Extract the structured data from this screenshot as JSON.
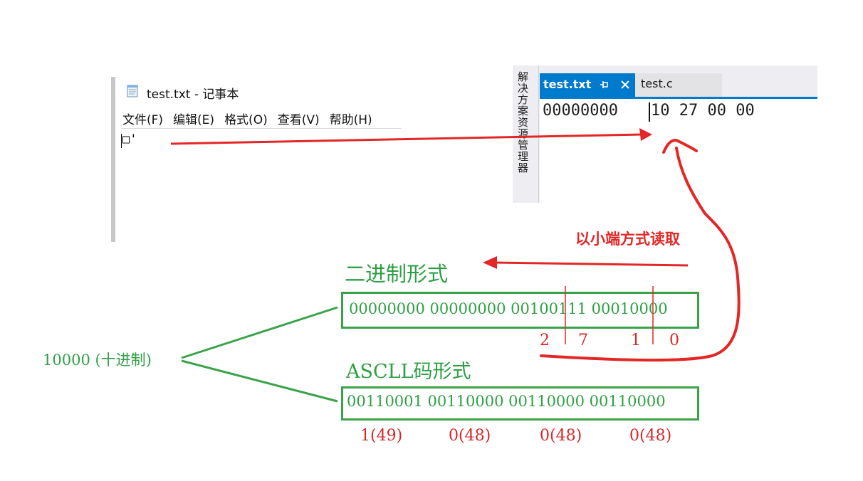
{
  "notepad": {
    "title": "test.txt - 记事本",
    "icon": "notepad-icon",
    "menu": [
      "文件(F)",
      "编辑(E)",
      "格式(O)",
      "查看(V)",
      "帮助(H)"
    ],
    "content": "□'"
  },
  "vs": {
    "side_label": "解决方案资源管理器",
    "tabs": [
      {
        "label": "test.txt",
        "active": true
      },
      {
        "label": "test.c",
        "active": false
      }
    ],
    "address": "00000000",
    "bytes": "10 27 00 00",
    "accent": "#007acc"
  },
  "diagram": {
    "note": "以小端方式读取",
    "binary_title": "二进制形式",
    "binary_bits": "00000000 00000000 00100111 00010000",
    "binary_hex_digits": [
      "2",
      "7",
      "1",
      "0"
    ],
    "ascii_title": "ASCLL码形式",
    "ascii_bits": "00110001 00110000 00110000 00110000",
    "ascii_chars": [
      "1(49)",
      "0(48)",
      "0(48)",
      "0(48)"
    ],
    "decimal_label": "10000 (十进制)",
    "colors": {
      "green": "#3aa34a",
      "red": "#e32626"
    }
  }
}
